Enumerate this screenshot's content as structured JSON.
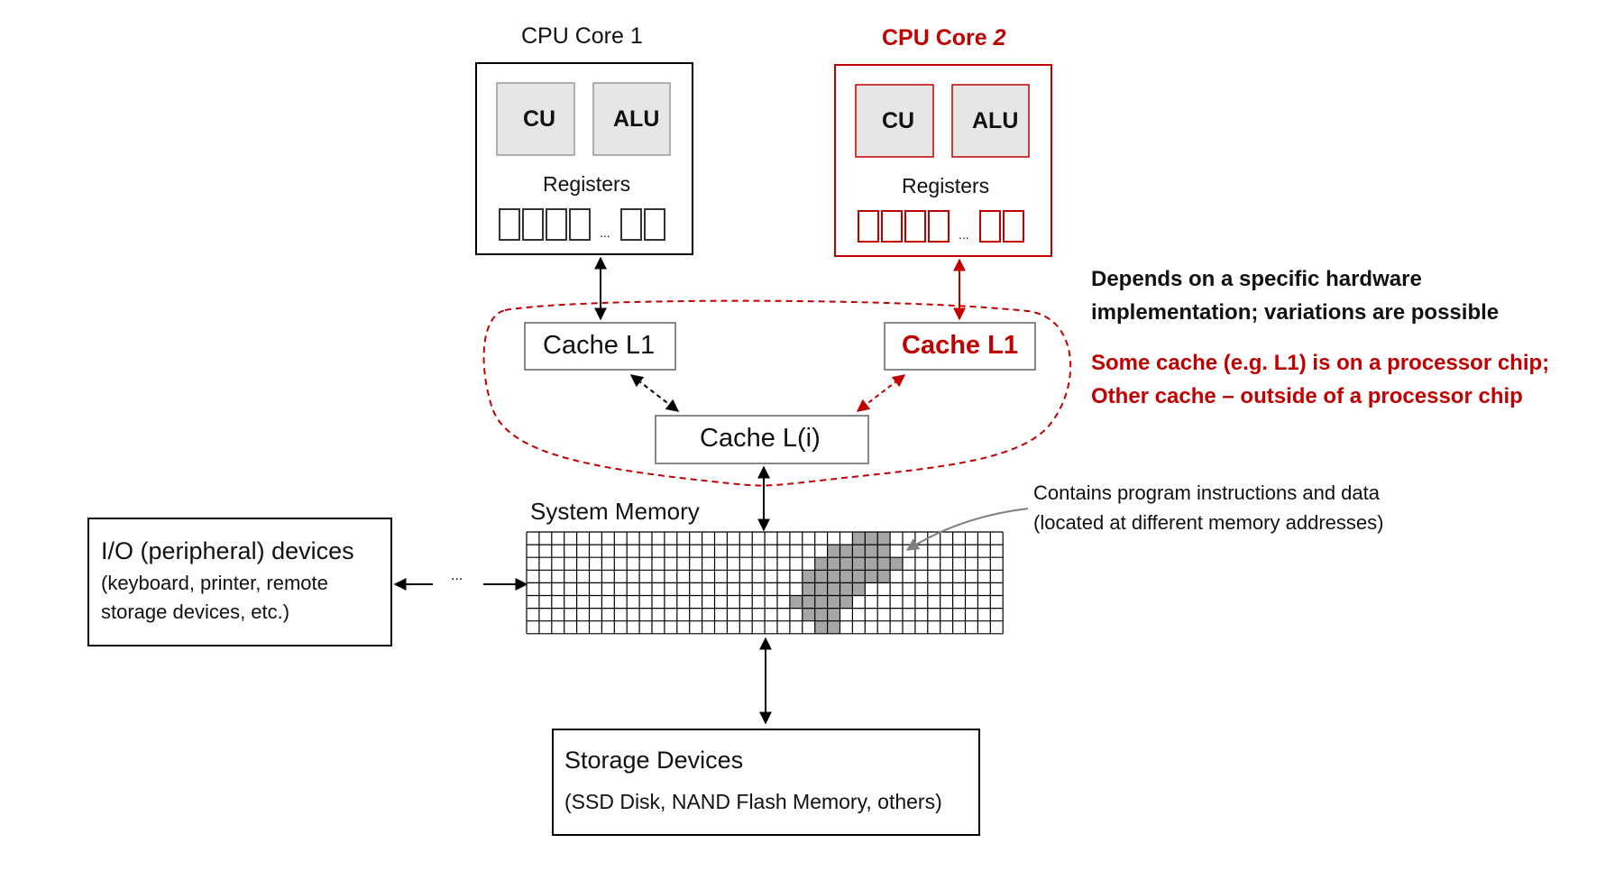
{
  "core1": {
    "title": "CPU Core 1",
    "cu": "CU",
    "alu": "ALU",
    "registers": "Registers",
    "ellipsis": "..."
  },
  "core2": {
    "title_prefix": "CPU Core ",
    "title_num": "2",
    "cu": "CU",
    "alu": "ALU",
    "registers": "Registers",
    "ellipsis": "..."
  },
  "cache": {
    "l1_left": "Cache L1",
    "l1_right": "Cache L1",
    "li": "Cache L(i)"
  },
  "notes": {
    "hardware_line1": "Depends on a specific hardware",
    "hardware_line2": "implementation; variations are possible",
    "chip_line1": "Some cache (e.g. L1) is on a processor chip;",
    "chip_line2": "Other cache – outside of a processor chip"
  },
  "memory": {
    "label": "System Memory",
    "annotation_line1": "Contains program instructions and data",
    "annotation_line2": "(located at different memory addresses)",
    "ellipsis": "..."
  },
  "io": {
    "title": "I/O (peripheral) devices",
    "line2": "(keyboard, printer, remote",
    "line3": "storage devices, etc.)"
  },
  "storage": {
    "title": "Storage Devices",
    "subtitle": "(SSD Disk, NAND Flash Memory, others)"
  },
  "colors": {
    "accent": "#c00000",
    "box_gray": "#e7e6e6",
    "cell_fill": "#a6a6a6",
    "box_border": "#888888"
  }
}
